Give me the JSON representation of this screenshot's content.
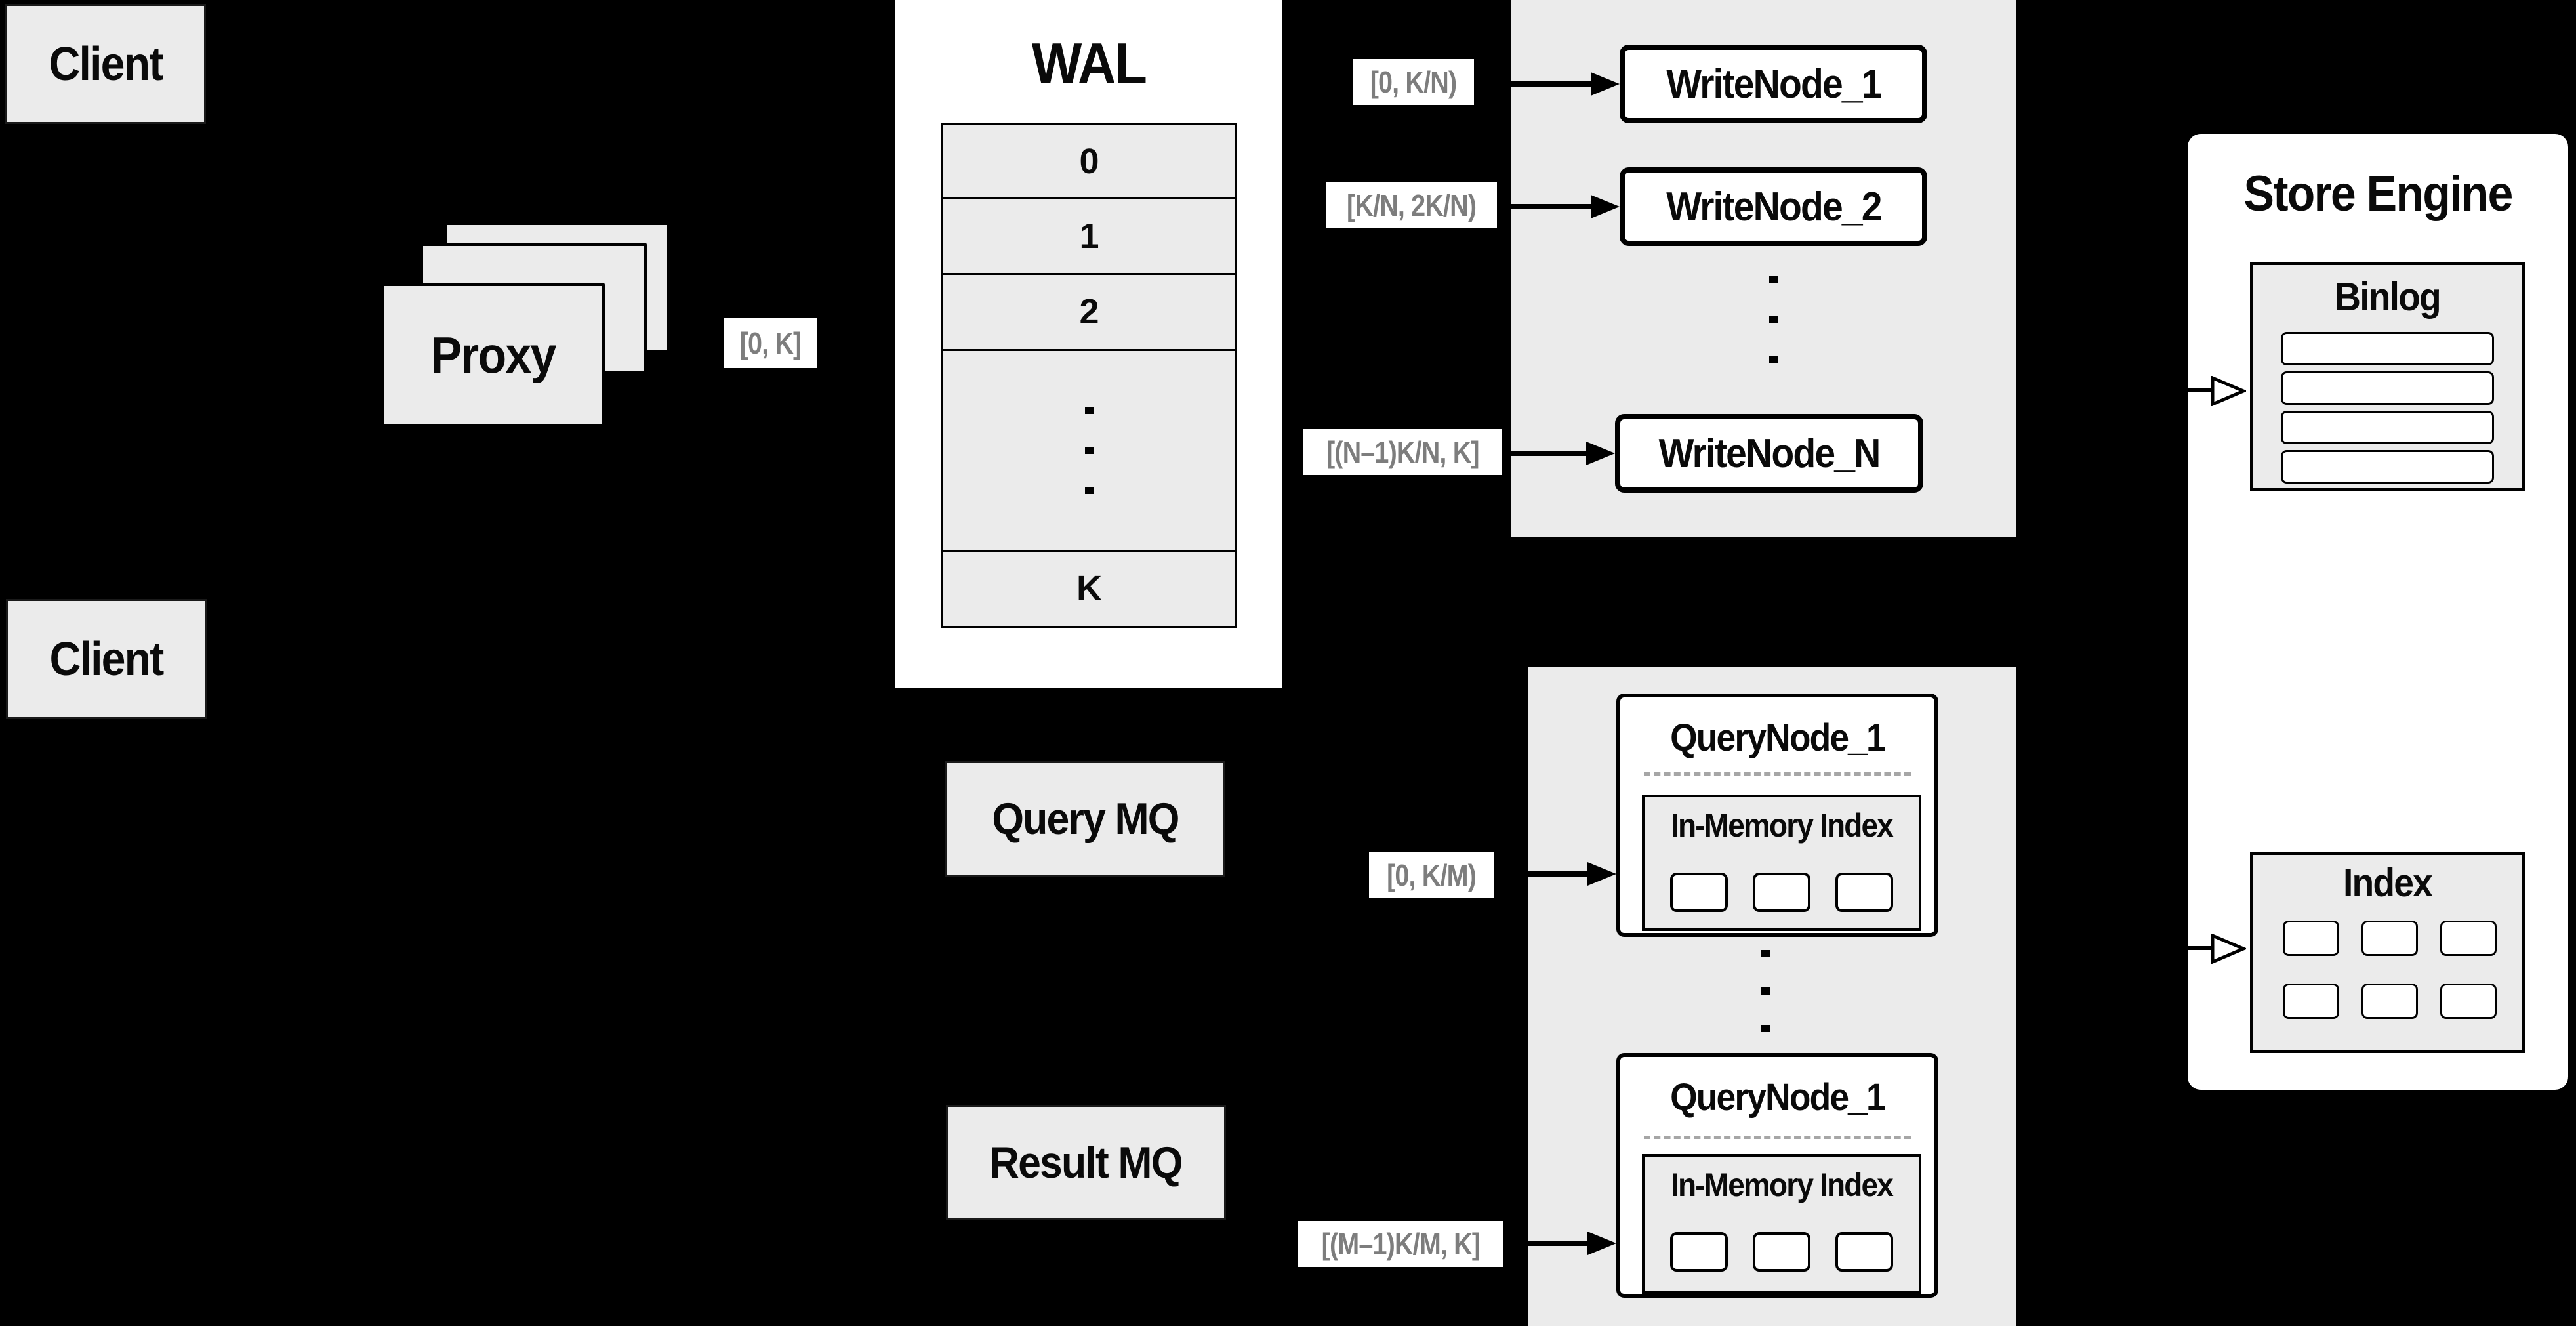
{
  "client_top": {
    "label": "Client"
  },
  "client_bottom": {
    "label": "Client"
  },
  "proxy": {
    "label": "Proxy"
  },
  "ranges": {
    "proxy": "[0, K]",
    "write1": "[0, K/N)",
    "write2": "[K/N, 2K/N)",
    "writeN": "[(N–1)K/N, K]",
    "query1": "[0, K/M)",
    "queryM": "[(M–1)K/M, K]"
  },
  "wal": {
    "title": "WAL",
    "rows": {
      "r0": "0",
      "r1": "1",
      "r2": "2",
      "rk": "K"
    }
  },
  "write_nodes": {
    "n1": "WriteNode_1",
    "n2": "WriteNode_2",
    "nN": "WriteNode_N"
  },
  "store_engine": {
    "title": "Store Engine",
    "binlog": "Binlog",
    "index": "Index"
  },
  "mq": {
    "query": "Query MQ",
    "result": "Result MQ"
  },
  "query_nodes": {
    "top": "QueryNode_1",
    "bottom": "QueryNode_1",
    "inner_top": "In-Memory Index",
    "inner_bottom": "In-Memory Index"
  },
  "colors": {
    "background": "#000000",
    "panel_gray": "#ebebeb",
    "panel_white": "#ffffff",
    "line": "#000000",
    "range_text": "#7d7d7d"
  }
}
